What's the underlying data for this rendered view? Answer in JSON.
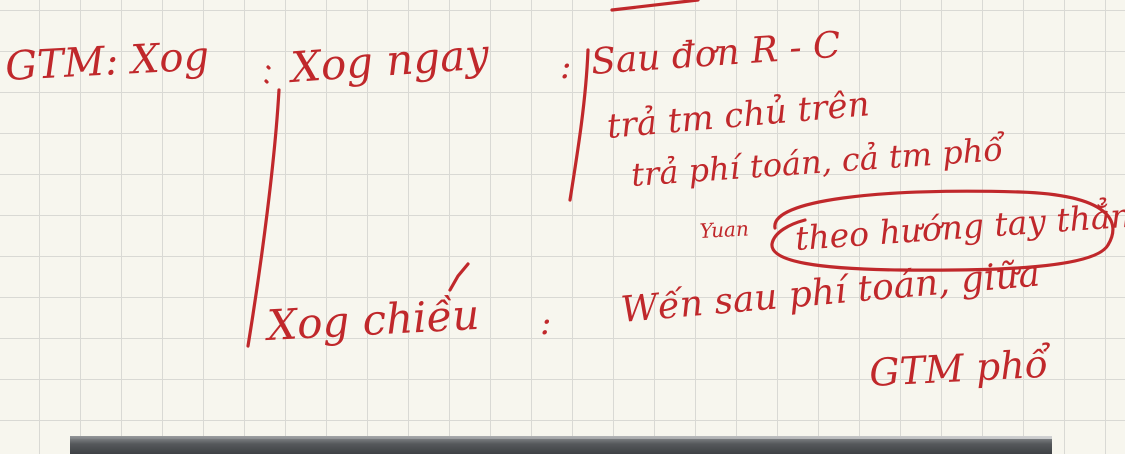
{
  "note": {
    "ink_color": "#c0282b",
    "paper_color": "#f7f6ee",
    "grid_color": "#d9d9d4",
    "heading": "GTM: Xog",
    "branch_top": {
      "label": "Xog ngay",
      "separator": ":",
      "lines": [
        "Sau đơn R - C",
        "trả tm chủ trên",
        "trả phí toán, cả tm phổ",
        "theo hướng tay thẳng"
      ],
      "annotation": "Yuan"
    },
    "branch_bottom": {
      "label": "Xog chiều",
      "separator": ":",
      "lines": [
        "Wến sau phí toán, giữa",
        "GTM phổ"
      ]
    }
  },
  "bottom_bar": {
    "color": "#4a4d50"
  }
}
